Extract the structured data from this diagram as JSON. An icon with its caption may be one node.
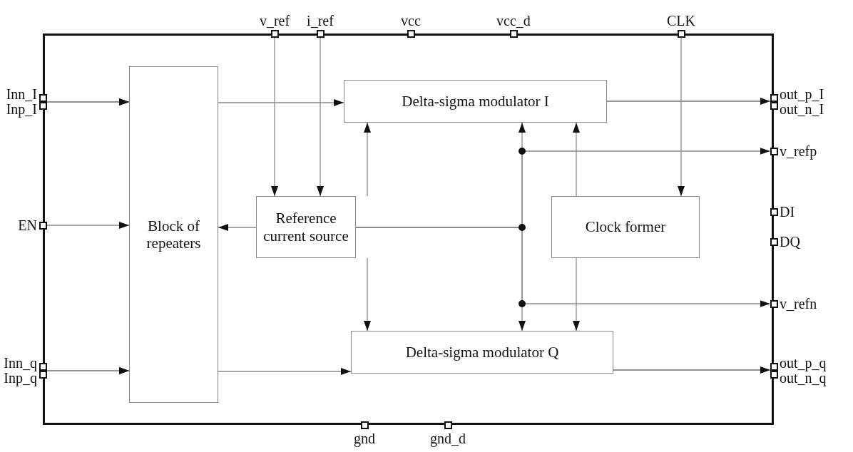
{
  "diagram": {
    "nodes": [
      {
        "text": [],
        "shape": "box"
      },
      {
        "text": [
          "Block of repeaters"
        ],
        "in": 0
      },
      {
        "text": [
          "Delta-sigma modulator I"
        ],
        "in": 0
      },
      {
        "text": [
          "Reference current source"
        ],
        "in": 0
      },
      {
        "text": [
          "Clock former"
        ],
        "in": 0
      },
      {
        "text": [
          "Delta-sigma modulator Q"
        ],
        "in": 0
      },
      {
        "text": [
          "v_ref"
        ]
      },
      {
        "text": [
          "i_ref"
        ]
      },
      {
        "text": [
          "vcc"
        ]
      },
      {
        "text": [
          "vcc_d"
        ]
      },
      {
        "text": [
          "CLK"
        ]
      },
      {
        "text": [
          "Inn_I"
        ]
      },
      {
        "text": [
          "Inp_I"
        ]
      },
      {
        "text": [
          "EN"
        ]
      },
      {
        "text": [
          "Inn_q"
        ]
      },
      {
        "text": [
          "Inp_q"
        ]
      },
      {
        "text": [
          "out_p_I"
        ]
      },
      {
        "text": [
          "out_n_I"
        ]
      },
      {
        "text": [
          "v_refp"
        ]
      },
      {
        "text": [
          "DI"
        ]
      },
      {
        "text": [
          "DQ"
        ]
      },
      {
        "text": [
          "v_refn"
        ]
      },
      {
        "text": [
          "out_p_q"
        ]
      },
      {
        "text": [
          "out_n_q"
        ]
      },
      {
        "text": [
          "gnd"
        ]
      },
      {
        "text": [
          "gnd_d"
        ]
      }
    ],
    "edges": [
      {
        "from": 11,
        "to": 1,
        "arrow": "to"
      },
      {
        "from": 12,
        "to": 1,
        "arrow": "to"
      },
      {
        "from": 13,
        "to": 1,
        "arrow": "to"
      },
      {
        "from": 14,
        "to": 1,
        "arrow": "to"
      },
      {
        "from": 15,
        "to": 1,
        "arrow": "to"
      },
      {
        "from": 1,
        "to": 2,
        "arrow": "to"
      },
      {
        "from": 1,
        "to": 5,
        "arrow": "to"
      },
      {
        "from": 6,
        "to": 3,
        "arrow": "to"
      },
      {
        "from": 7,
        "to": 3,
        "arrow": "to"
      },
      {
        "from": 10,
        "to": 4,
        "arrow": "to"
      },
      {
        "from": 3,
        "to": 1,
        "arrow": "to"
      },
      {
        "from": 3,
        "to": 2,
        "arrow": "to"
      },
      {
        "from": 3,
        "to": 5,
        "arrow": "to"
      },
      {
        "from": 3,
        "to": 2,
        "arrow": "to"
      },
      {
        "from": 3,
        "to": 18,
        "arrow": "to"
      },
      {
        "from": 3,
        "to": 21,
        "arrow": "to"
      },
      {
        "from": 3,
        "to": 5,
        "arrow": "to"
      },
      {
        "from": 4,
        "to": 2,
        "arrow": "to"
      },
      {
        "from": 4,
        "to": 5,
        "arrow": "to"
      },
      {
        "from": 2,
        "to": 16,
        "arrow": "to"
      },
      {
        "from": 2,
        "to": 17,
        "arrow": "to"
      },
      {
        "from": 5,
        "to": 22,
        "arrow": "to"
      },
      {
        "from": 5,
        "to": 23,
        "arrow": "to"
      }
    ]
  }
}
